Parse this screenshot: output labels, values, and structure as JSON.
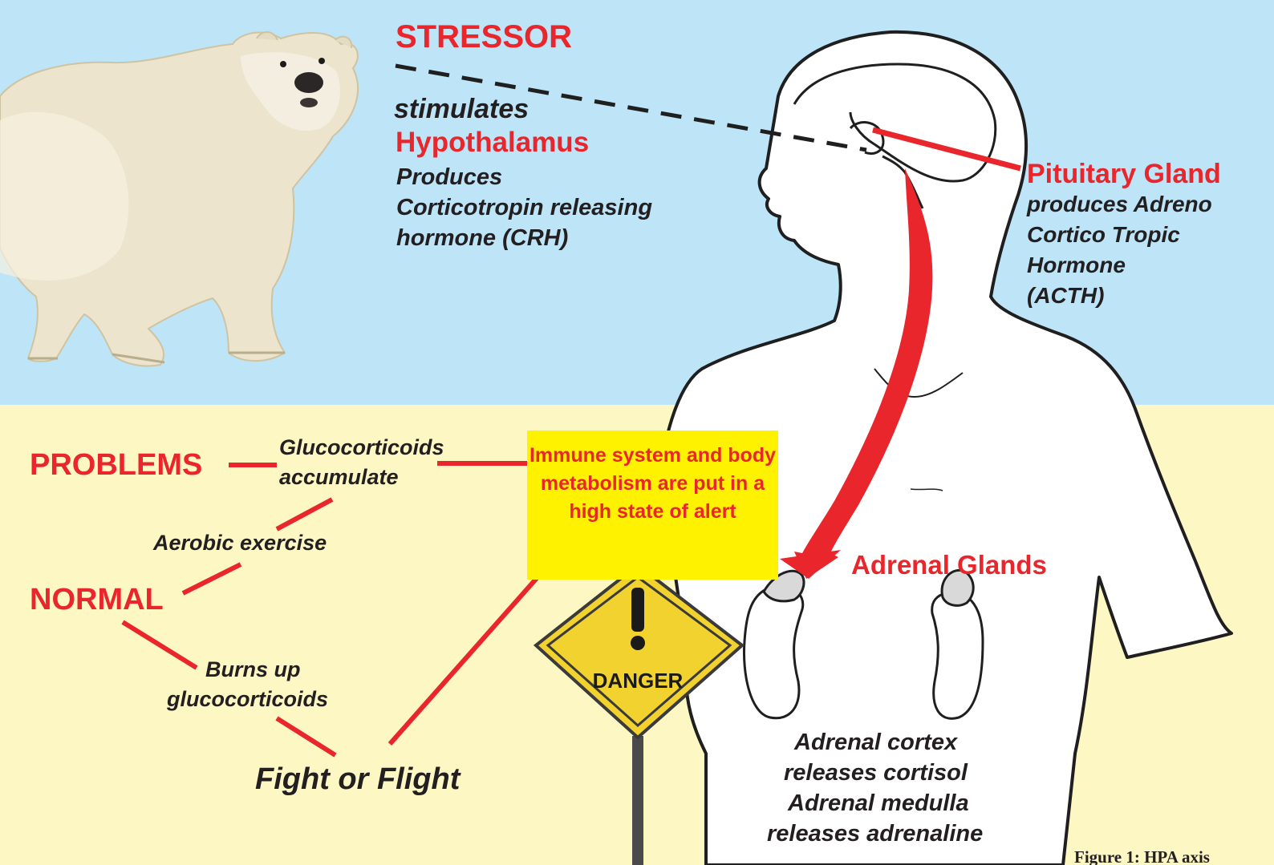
{
  "stressor": {
    "title": "STRESSOR",
    "verb": "stimulates",
    "hypothalamus": "Hypothalamus",
    "produces_lines": [
      "Produces",
      "Corticotropin releasing",
      "hormone (CRH)"
    ]
  },
  "pituitary": {
    "title": "Pituitary Gland",
    "lines": [
      "produces Adreno",
      "Cortico Tropic",
      "Hormone",
      "(ACTH)"
    ]
  },
  "adrenal": {
    "title": "Adrenal Glands",
    "lines": [
      "Adrenal cortex",
      "releases cortisol",
      "Adrenal medulla",
      "releases adrenaline"
    ]
  },
  "left_flow": {
    "problems": "PROBLEMS",
    "glucocorticoids_lines": [
      "Glucocorticoids",
      "accumulate"
    ],
    "aerobic": "Aerobic exercise",
    "normal": "NORMAL",
    "burns_lines": [
      "Burns up",
      "glucocorticoids"
    ],
    "fight": "Fight or Flight"
  },
  "alert_box": {
    "text": "Immune system and body metabolism are put in a high state of alert"
  },
  "sign": {
    "label": "DANGER"
  },
  "caption": "Figure 1: HPA axis",
  "colors": {
    "sky": "#bde4f7",
    "sand": "#fdf7c4",
    "accent_red": "#e8262b",
    "alert_yellow": "#fff200",
    "sign_yellow": "#f2d22e"
  },
  "icons": [
    "polar-bear-image",
    "human-body-outline",
    "warning-sign-icon",
    "kidney-icon"
  ]
}
